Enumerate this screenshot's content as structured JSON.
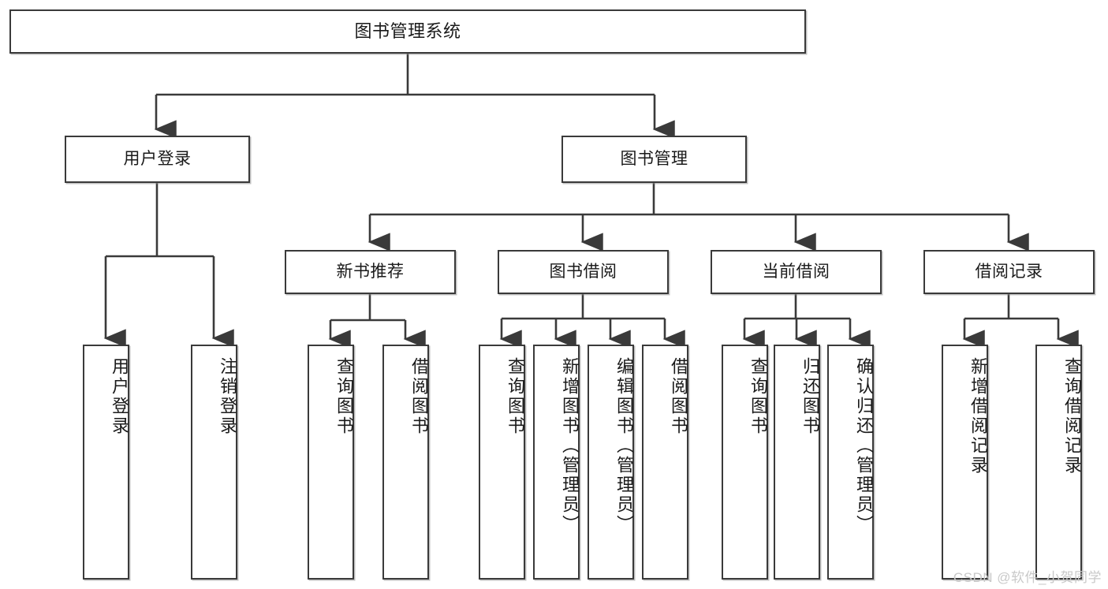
{
  "diagram": {
    "title": "图书管理系统",
    "type": "tree-hierarchy",
    "root": {
      "id": "root",
      "label": "图书管理系统"
    },
    "level2": [
      {
        "id": "user-login",
        "label": "用户登录"
      },
      {
        "id": "book-manage",
        "label": "图书管理"
      }
    ],
    "level3": [
      {
        "id": "new-book-rec",
        "label": "新书推荐",
        "parent": "book-manage"
      },
      {
        "id": "book-borrow",
        "label": "图书借阅",
        "parent": "book-manage"
      },
      {
        "id": "current-borrow",
        "label": "当前借阅",
        "parent": "book-manage"
      },
      {
        "id": "borrow-record",
        "label": "借阅记录",
        "parent": "book-manage"
      }
    ],
    "leaves": [
      {
        "id": "leaf-user-login",
        "label": "用户登录",
        "parent": "user-login"
      },
      {
        "id": "leaf-logout",
        "label": "注销登录",
        "parent": "user-login"
      },
      {
        "id": "leaf-query-book-1",
        "label": "查询图书",
        "parent": "new-book-rec"
      },
      {
        "id": "leaf-borrow-book-1",
        "label": "借阅图书",
        "parent": "new-book-rec"
      },
      {
        "id": "leaf-query-book-2",
        "label": "查询图书",
        "parent": "book-borrow"
      },
      {
        "id": "leaf-add-book",
        "label": "新增图书（管理员）",
        "parent": "book-borrow"
      },
      {
        "id": "leaf-edit-book",
        "label": "编辑图书（管理员）",
        "parent": "book-borrow"
      },
      {
        "id": "leaf-borrow-book-2",
        "label": "借阅图书",
        "parent": "book-borrow"
      },
      {
        "id": "leaf-query-book-3",
        "label": "查询图书",
        "parent": "current-borrow"
      },
      {
        "id": "leaf-return-book",
        "label": "归还图书",
        "parent": "current-borrow"
      },
      {
        "id": "leaf-confirm-return",
        "label": "确认归还（管理员）",
        "parent": "current-borrow"
      },
      {
        "id": "leaf-add-record",
        "label": "新增借阅记录",
        "parent": "borrow-record"
      },
      {
        "id": "leaf-query-record",
        "label": "查询借阅记录",
        "parent": "borrow-record"
      }
    ],
    "colors": {
      "stroke": "#3a3a3a",
      "fill": "#ffffff",
      "text": "#1a1a1a",
      "watermark": "#c9c9c9"
    }
  },
  "watermark": {
    "text": "CSDN @软件_小贺同学"
  }
}
